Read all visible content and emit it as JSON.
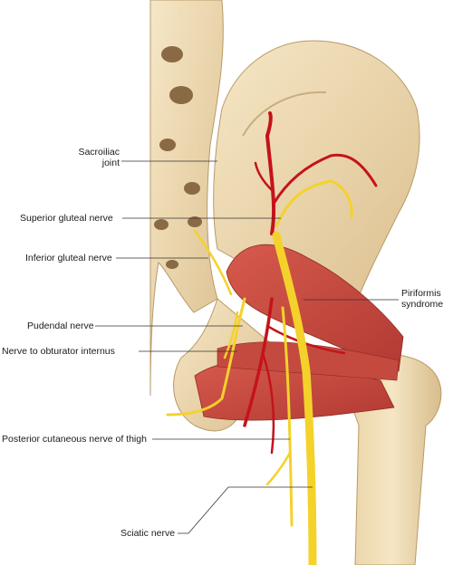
{
  "labels": {
    "sacroiliac_line1": "Sacroiliac",
    "sacroiliac_line2": "joint",
    "superior_gluteal": "Superior gluteal nerve",
    "inferior_gluteal": "Inferior gluteal nerve",
    "pudendal": "Pudendal nerve",
    "obturator_internus": "Nerve to obturator internus",
    "posterior_cutaneous": "Posterior cutaneous nerve of thigh",
    "sciatic": "Sciatic nerve",
    "piriformis_line1": "Piriformis",
    "piriformis_line2": "syndrome"
  },
  "colors": {
    "bone": "#efdcb4",
    "bone_shadow": "#c9ad7e",
    "muscle": "#c9453c",
    "muscle_light": "#e07d6e",
    "nerve": "#f4d22a",
    "artery": "#c4131a",
    "leader": "#333333"
  }
}
